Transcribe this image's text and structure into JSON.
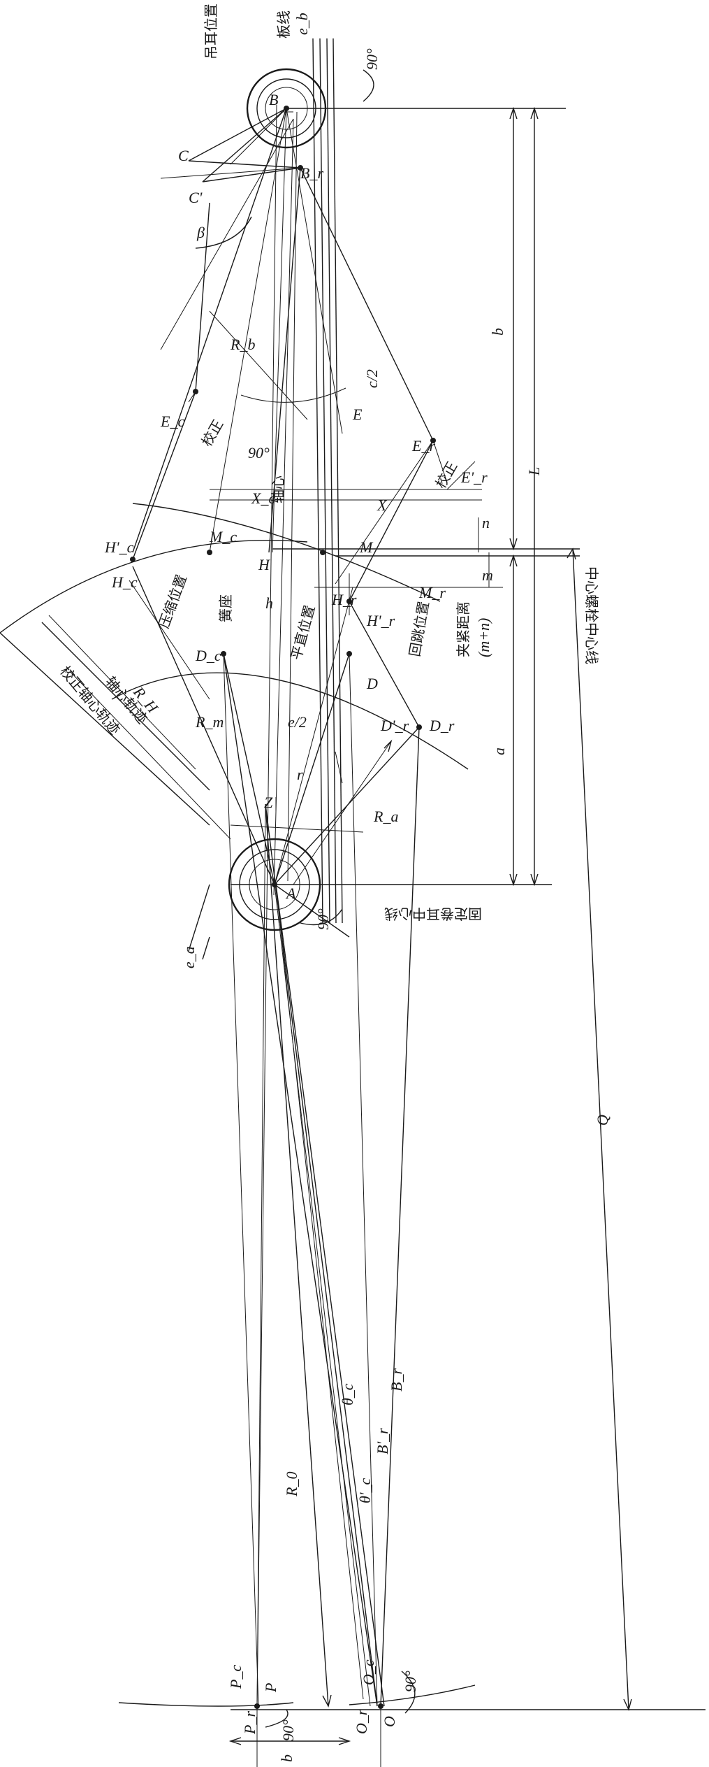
{
  "labels": {
    "hanger_position": "吊耳位置",
    "leaf_line": "板线",
    "angle_90": "90°",
    "point_B": "B",
    "point_Br": "B_r",
    "point_C": "C",
    "point_Cprime": "C'",
    "beta": "β",
    "Rb": "R_b",
    "c_half": "c/2",
    "Ec": "E_c",
    "E": "E",
    "Er": "E_r",
    "Er_prime": "E'_r",
    "correction_1": "校正",
    "correction_2": "校正",
    "Xc": "X_c",
    "X": "X",
    "axis_center": "轴心",
    "Hc_prime": "H'_c",
    "Mc": "M_c",
    "M": "M",
    "H": "H",
    "Hr": "H_r",
    "Hr_prime": "H'_r",
    "Hc": "H_c",
    "Mr": "M_r",
    "n": "n",
    "m": "m",
    "m_plus_n": "(m+n)",
    "clamp_distance": "夹紧距离",
    "spring_center_line": "中心螺栓中心线",
    "compressed_position": "压缩位置",
    "seat": "簧座",
    "flat_position": "平直位置",
    "rebound_position": "回跳位置",
    "h": "h",
    "Dc": "D_c",
    "D": "D",
    "Dr_prime": "D'_r",
    "Dr": "D_r",
    "Rm": "R_m",
    "RH": "R_H",
    "axle_center_path": "轴心轨迹",
    "corrected_axle_path": "校正轴心轨迹",
    "e_half": "e/2",
    "r": "r",
    "Z": "Z",
    "A": "A",
    "Ra": "R_a",
    "ea": "e_a",
    "eb": "e_b",
    "fixed_eye_center_line": "固定卷耳中心线",
    "b_upper": "b",
    "L": "L",
    "a": "a",
    "Q": "Q",
    "theta_c": "θ_c",
    "theta_c_prime": "θ'_c",
    "Br_lower": "B_r",
    "Br_prime_lower": "B'_r",
    "R0": "R_0",
    "Pc": "P_c",
    "P": "P",
    "Pr": "P_r",
    "Oc": "O_c",
    "Or": "O_r",
    "O": "O",
    "b_lower": "b"
  }
}
